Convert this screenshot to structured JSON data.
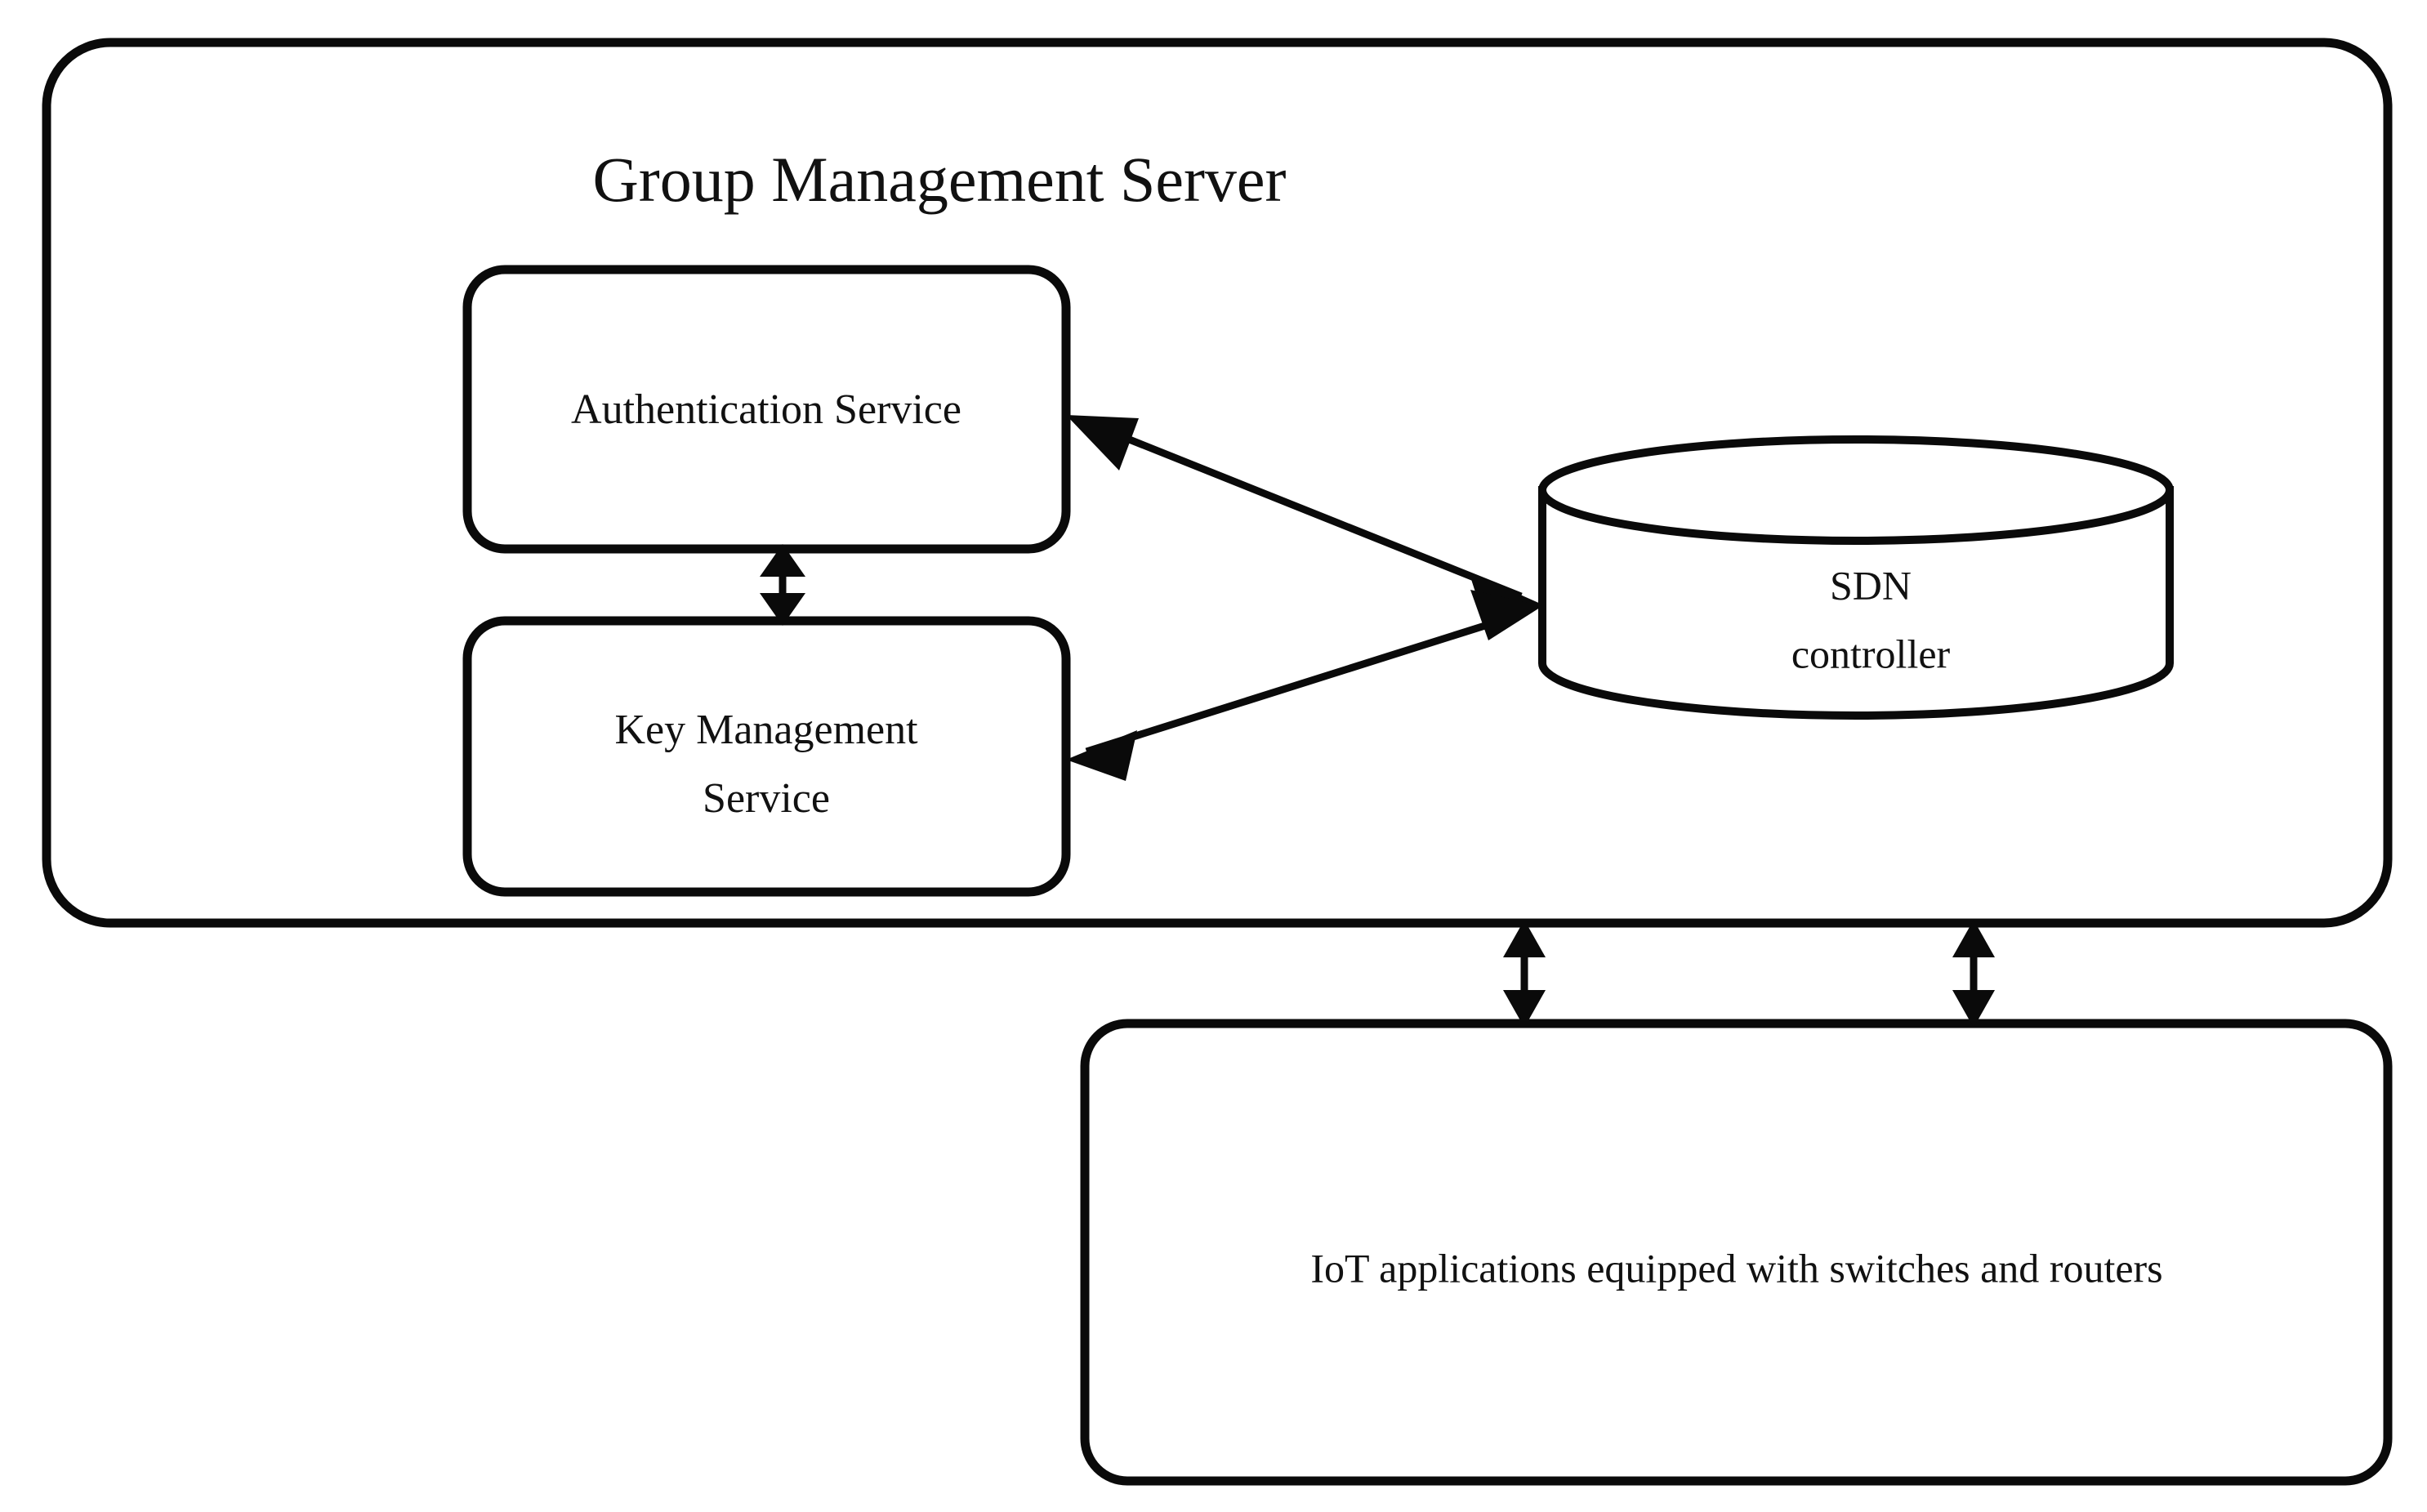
{
  "diagram": {
    "type": "architecture-block-diagram",
    "background_color": "#ffffff",
    "stroke_color": "#0a0a0a",
    "fill_color": "#ffffff",
    "container": {
      "title": "Group Management Server",
      "shape": "rounded-rectangle"
    },
    "nodes": [
      {
        "id": "authentication-service",
        "label": "Authentication Service",
        "shape": "rounded-rectangle",
        "parent": "Group Management Server"
      },
      {
        "id": "key-management-service",
        "label_line1": "Key Management",
        "label_line2": "Service",
        "shape": "rounded-rectangle",
        "parent": "Group Management Server"
      },
      {
        "id": "sdn-controller",
        "label_line1": "SDN",
        "label_line2": "controller",
        "shape": "cylinder",
        "parent": "Group Management Server"
      },
      {
        "id": "iot-applications",
        "label": "IoT applications equipped with switches and routers",
        "shape": "rounded-rectangle",
        "parent": null
      }
    ],
    "edges": [
      {
        "id": "auth-to-sdn",
        "from": "authentication-service",
        "to": "sdn-controller",
        "style": "bidirectional-diagonal"
      },
      {
        "id": "key-to-sdn",
        "from": "key-management-service",
        "to": "sdn-controller",
        "style": "bidirectional-diagonal"
      },
      {
        "id": "auth-to-key",
        "from": "authentication-service",
        "to": "key-management-service",
        "style": "bidirectional-vertical"
      },
      {
        "id": "gms-to-iot-left",
        "from": "Group Management Server",
        "to": "iot-applications",
        "style": "bidirectional-vertical"
      },
      {
        "id": "gms-to-iot-right",
        "from": "Group Management Server",
        "to": "iot-applications",
        "style": "bidirectional-vertical"
      }
    ]
  }
}
